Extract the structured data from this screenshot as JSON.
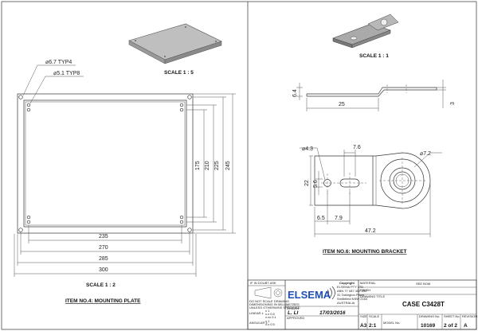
{
  "left_view": {
    "scale_iso": "SCALE 1 : 5",
    "callout_hole_large": "⌀6.7 TYP4",
    "callout_hole_small": "⌀5.1 TYP8",
    "dim_175": "175",
    "dim_210": "210",
    "dim_225": "225",
    "dim_245": "245",
    "dim_235": "235",
    "dim_270": "270",
    "dim_285": "285",
    "dim_300": "300",
    "scale_main": "SCALE 1 : 2",
    "item_title": "ITEM NO.4:  MOUNTING PLATE"
  },
  "right_view": {
    "scale_iso": "SCALE 1 : 1",
    "dim_6_4": "6.4",
    "dim_25": "25",
    "dim_3": "3",
    "dim_d4_3": "⌀4.3",
    "dim_7_6": "7.6",
    "dim_d7_2": "⌀7.2",
    "dim_22": "22",
    "dim_5_6": "5.6",
    "dim_6_5": "6.5",
    "dim_7_9": "7.9",
    "dim_47_2": "47.2",
    "item_title": "ITEM NO.6: MOUNTING BRACKET"
  },
  "title_block": {
    "if_in_doubt": "IF IN DOUBT ASK",
    "brand": "ELSEMA",
    "copyright": "Copyright",
    "company": "ELSEMA PTY LTD",
    "abn": "ABN 77 087 452 693",
    "address1": "31 Tarlington Place,",
    "address2": "Smithfield NSW 2164",
    "address3": "AUSTRALIA",
    "do_not_scale": "DO NOT SCALE DRAWING",
    "dimensioning": "DIMENSIONING IN MILLIMETRES",
    "tolerances": "UNLESS OTHERWISE SPECIFIED",
    "linear_label": "LINEAR ±",
    "linear_x": "x    1",
    "linear_xx": "x.x  0.5",
    "linear_xxx": "x.xx 0.1",
    "angular_label": "ANGULAR ±",
    "angular_x": "x    1",
    "angular_xx": "x.x  0.5",
    "material_label": "MATERIAL",
    "material_value": "SEE BOM",
    "finish_label": "FINISH",
    "drawing_title_label": "DRAWING TITLE",
    "drawing_title": "CASE C3428T",
    "drawn_label": "DRAWN",
    "drawn_by": "L. LI",
    "date": "17/03/2016",
    "approved_label": "APPROVED",
    "size_label": "SIZE",
    "size": "A3",
    "scale_label": "SCALE",
    "scale": "2:1",
    "dwg_label": "DRAWING No.",
    "dwg_no": "10169",
    "sheet_label": "SHEET No.",
    "sheet": "2 of 2",
    "rev_label": "REVISION",
    "rev": "A",
    "model_label": "MODEL No."
  }
}
